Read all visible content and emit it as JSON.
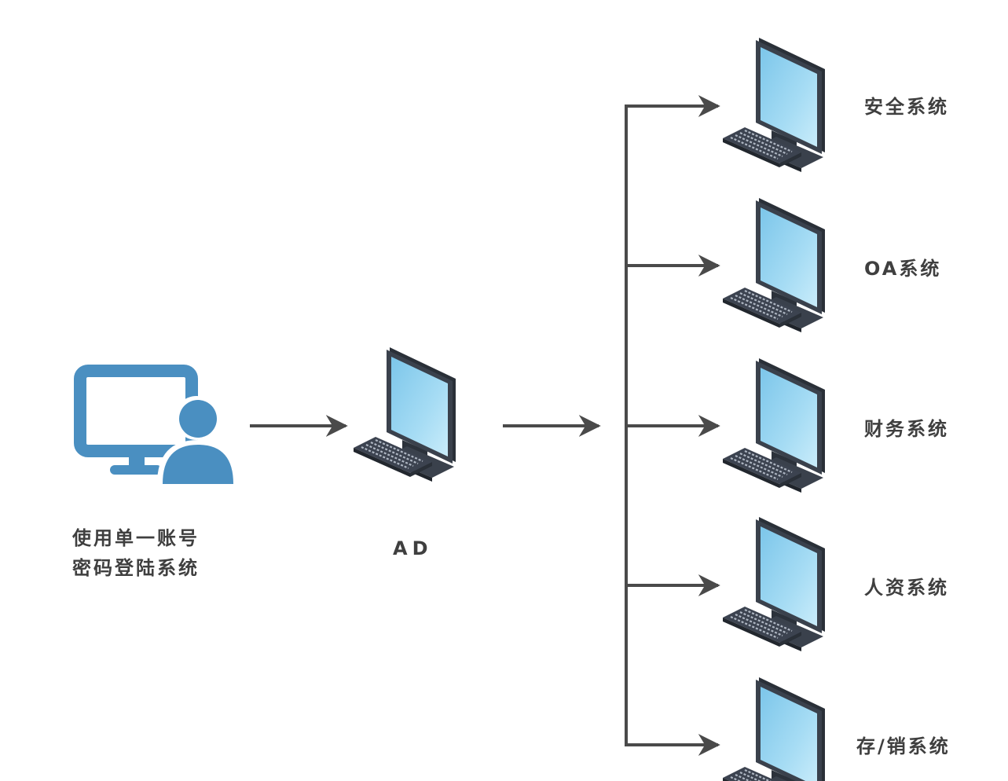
{
  "user": {
    "icon": "user-computer-icon",
    "label_line1": "使用单一账号",
    "label_line2": "密码登陆系统",
    "color": "#4a8fc1"
  },
  "ad": {
    "icon": "desktop-computer-icon",
    "label": "AD"
  },
  "systems": [
    {
      "label": "安全系统",
      "icon": "desktop-computer-icon"
    },
    {
      "label": "OA系统",
      "icon": "desktop-computer-icon"
    },
    {
      "label": "财务系统",
      "icon": "desktop-computer-icon"
    },
    {
      "label": "人资系统",
      "icon": "desktop-computer-icon"
    },
    {
      "label": "存/销系统",
      "icon": "desktop-computer-icon"
    }
  ],
  "colors": {
    "arrow": "#4a4a4a",
    "screen": "#8fd0ef",
    "monitor_frame": "#2f3640",
    "keyboard": "#3c4350",
    "text": "#3f3f3f"
  }
}
